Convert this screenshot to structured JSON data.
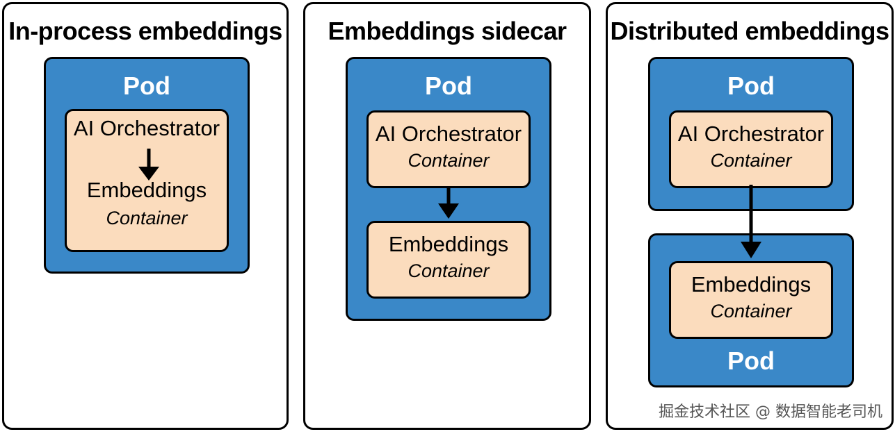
{
  "panels": [
    {
      "title": "In-process embeddings",
      "pod_label": "Pod",
      "container": {
        "line1": "AI Orchestrator",
        "line2": "Embeddings",
        "kind": "Container"
      }
    },
    {
      "title": "Embeddings sidecar",
      "pod_label": "Pod",
      "containers": [
        {
          "name": "AI Orchestrator",
          "kind": "Container"
        },
        {
          "name": "Embeddings",
          "kind": "Container"
        }
      ]
    },
    {
      "title": "Distributed embeddings",
      "pods": [
        {
          "label": "Pod",
          "container": {
            "name": "AI Orchestrator",
            "kind": "Container"
          }
        },
        {
          "label": "Pod",
          "container": {
            "name": "Embeddings",
            "kind": "Container"
          }
        }
      ]
    }
  ],
  "watermark": "掘金技术社区 @ 数据智能老司机",
  "colors": {
    "pod": "#3a88c8",
    "container": "#fbdcbd",
    "border": "#000000"
  }
}
